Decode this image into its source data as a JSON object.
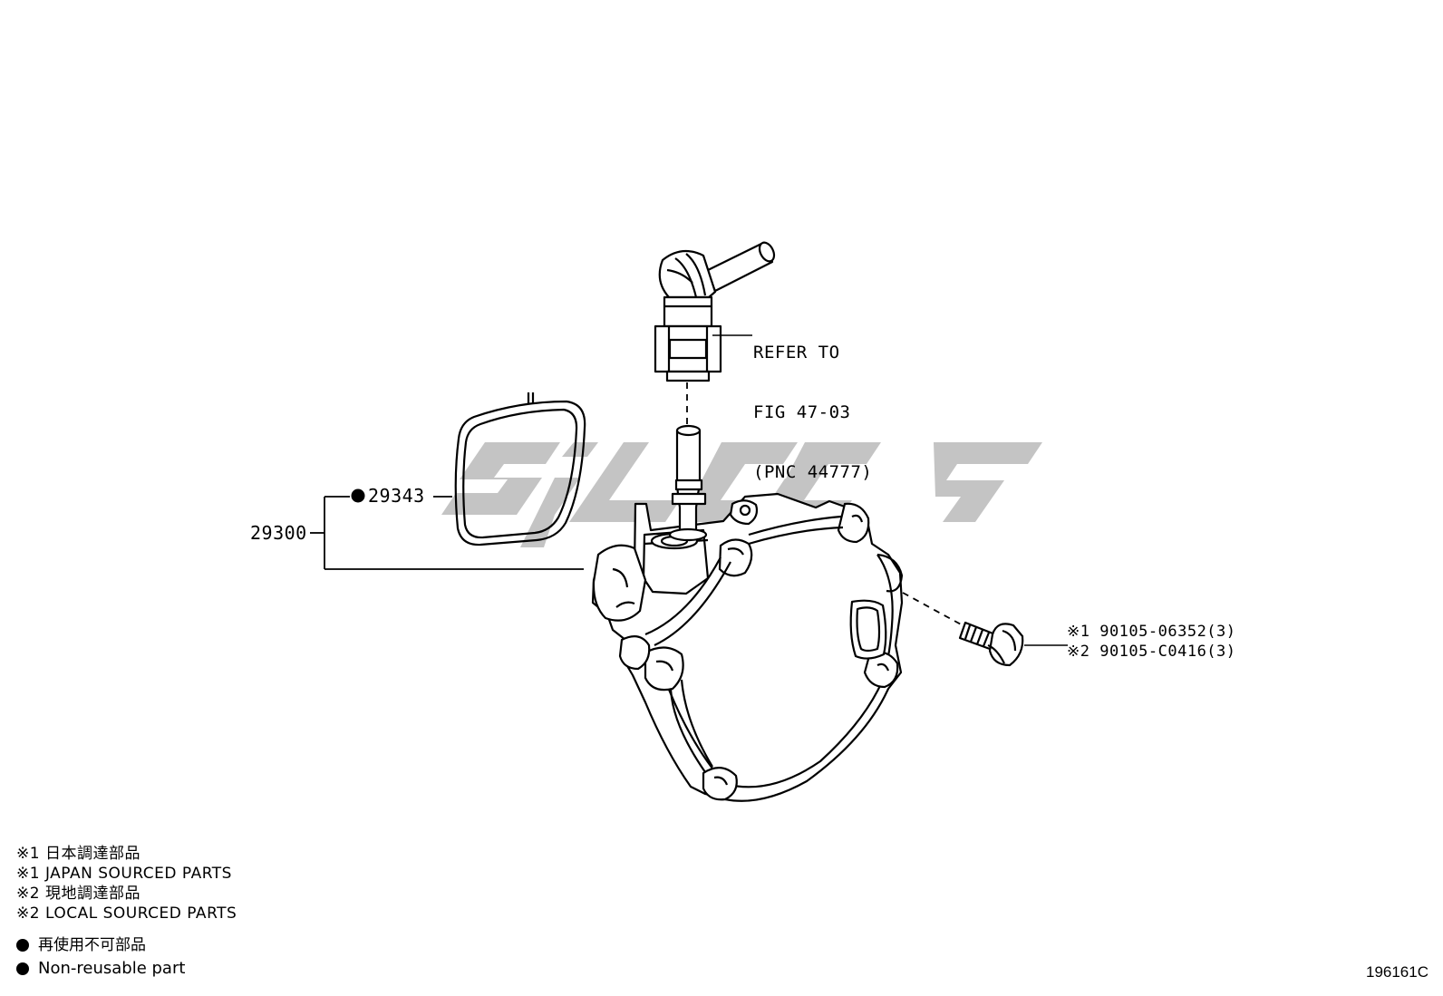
{
  "watermark": {
    "color": "#c4c4c4"
  },
  "refer_note": {
    "line1": "REFER TO",
    "line2": "FIG 47-03",
    "line3": "(PNC 44777)"
  },
  "parts": {
    "assembly": "29300",
    "gasket": "29343",
    "bolt_japan": "※1 90105-06352(3)",
    "bolt_local": "※2 90105-C0416(3)"
  },
  "legend": {
    "japan_sourced_jp": "※1 日本調達部品",
    "japan_sourced_en": "※1 JAPAN SOURCED PARTS",
    "local_sourced_jp": "※2 現地調達部品",
    "local_sourced_en": "※2 LOCAL SOURCED PARTS",
    "non_reusable_jp": "再使用不可部品",
    "non_reusable_en": "Non-reusable part"
  },
  "figure_id": "196161C"
}
